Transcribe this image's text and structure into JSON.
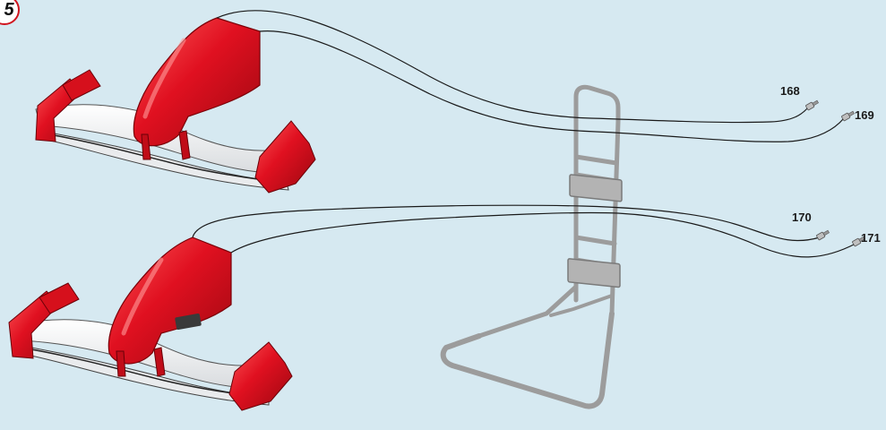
{
  "step": {
    "number": "5"
  },
  "callouts": [
    {
      "label": "168"
    },
    {
      "label": "169"
    },
    {
      "label": "170"
    },
    {
      "label": "171"
    }
  ],
  "colors": {
    "background": "#d6e9f1",
    "nose_red": "#d6101c",
    "wing_white": "#f4f4f4",
    "stand_grey": "#a6a6a6",
    "wire": "#1a1a1a"
  }
}
